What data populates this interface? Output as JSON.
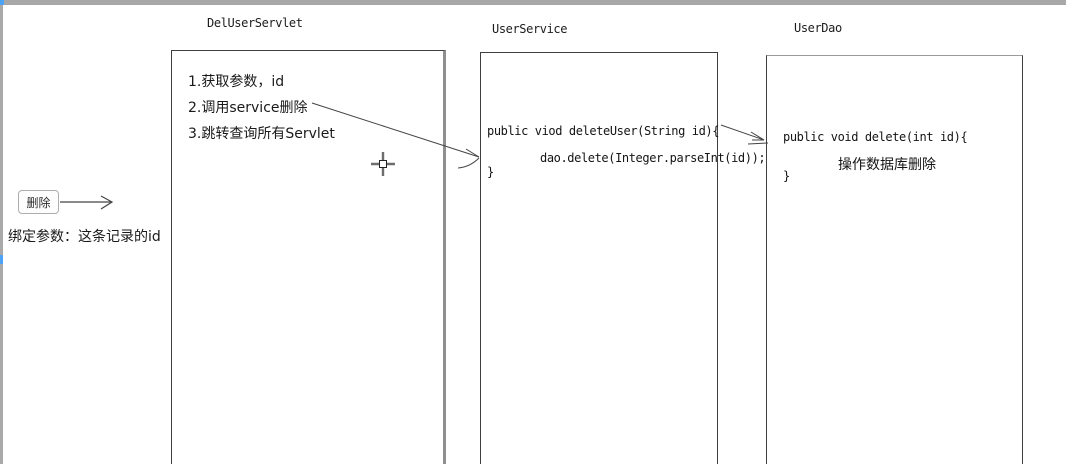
{
  "lanes": {
    "servlet": {
      "title": "DelUserServlet",
      "steps": {
        "s1": "1.获取参数，id",
        "s2": "2.调用service删除",
        "s3": "3.跳转查询所有Servlet"
      }
    },
    "service": {
      "title": "UserService",
      "code": {
        "l1": "public viod deleteUser(String id){",
        "l2": "dao.delete(Integer.parseInt(id));",
        "l3": "}"
      }
    },
    "dao": {
      "title": "UserDao",
      "code": {
        "l1": "public void delete(int id){",
        "l2": "操作数据库删除",
        "l3": "}"
      }
    }
  },
  "left_panel": {
    "delete_button": "删除",
    "bind_note": "绑定参数：这条记录的id"
  },
  "icons": {
    "crosshair": "crosshair-cursor",
    "arrows": [
      "arrow-delete-action",
      "arrow-service-call",
      "arrow-dao-call"
    ]
  },
  "colors": {
    "chrome_gray": "#a8a8a8",
    "accent_blue": "#4da3f5",
    "box_border": "#3f3f3f",
    "box_right_edge": "#8f8f8f",
    "line_color": "#444444"
  }
}
